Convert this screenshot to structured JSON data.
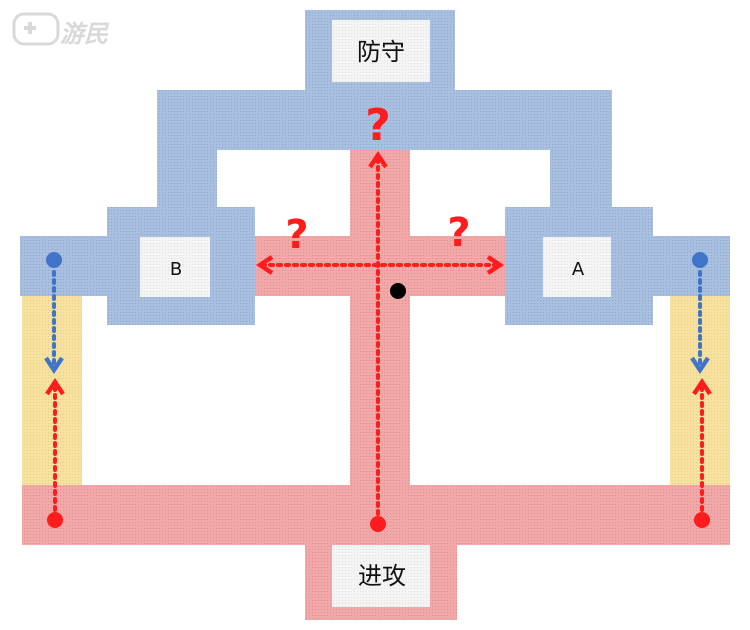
{
  "watermark": {
    "text": "游民",
    "icon": "gamepad-icon"
  },
  "labels": {
    "defense": "防守",
    "attack": "进攻",
    "site_a": "A",
    "site_b": "B",
    "question": "?"
  },
  "colors": {
    "defense_zone": "#a9bfe0",
    "attack_zone": "#f1a8a8",
    "flank_zone": "#f6e29e",
    "attack_arrow": "#ff1c1c",
    "defense_arrow": "#3f74c9",
    "position_marker": "#000000",
    "label_box": "#f4f4f4"
  }
}
